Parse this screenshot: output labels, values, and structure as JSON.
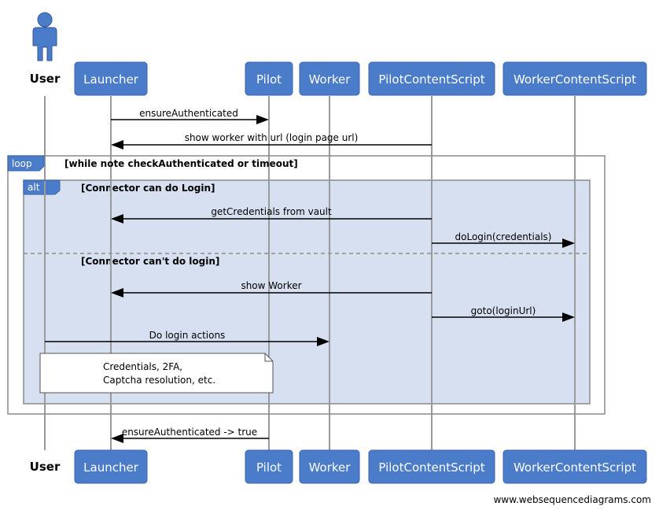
{
  "actor": {
    "name": "User"
  },
  "participants": [
    {
      "id": "launcher",
      "label": "Launcher"
    },
    {
      "id": "pilot",
      "label": "Pilot"
    },
    {
      "id": "worker",
      "label": "Worker"
    },
    {
      "id": "pilotcs",
      "label": "PilotContentScript"
    },
    {
      "id": "workercs",
      "label": "WorkerContentScript"
    }
  ],
  "messages": [
    {
      "label": "ensureAuthenticated",
      "from": "Launcher",
      "to": "Pilot"
    },
    {
      "label": "show worker with url (login page url)",
      "from": "PilotContentScript",
      "to": "Launcher"
    },
    {
      "label": "getCredentials from vault",
      "from": "PilotContentScript",
      "to": "Launcher"
    },
    {
      "label": "doLogin(credentials)",
      "from": "PilotContentScript",
      "to": "WorkerContentScript"
    },
    {
      "label": "show Worker",
      "from": "PilotContentScript",
      "to": "Launcher"
    },
    {
      "label": "goto(loginUrl)",
      "from": "PilotContentScript",
      "to": "WorkerContentScript"
    },
    {
      "label": "Do login actions",
      "from": "User",
      "to": "Worker"
    },
    {
      "label": "ensureAuthenticated -> true",
      "from": "Pilot",
      "to": "Launcher"
    }
  ],
  "loop_frame": {
    "keyword": "loop",
    "guard": "[while note checkAuthenticated or timeout]"
  },
  "alt_frame": {
    "keyword": "alt",
    "guard_1": "[Connector can do Login]",
    "guard_2": "[Connector can't do login]"
  },
  "note": {
    "line1": "Credentials, 2FA,",
    "line2": "Captcha resolution, etc."
  },
  "footer": "www.websequencediagrams.com",
  "colors": {
    "participant": "#4a7cc9",
    "alt_background": "#d6e0f0",
    "lifeline": "#9a9a9a"
  }
}
